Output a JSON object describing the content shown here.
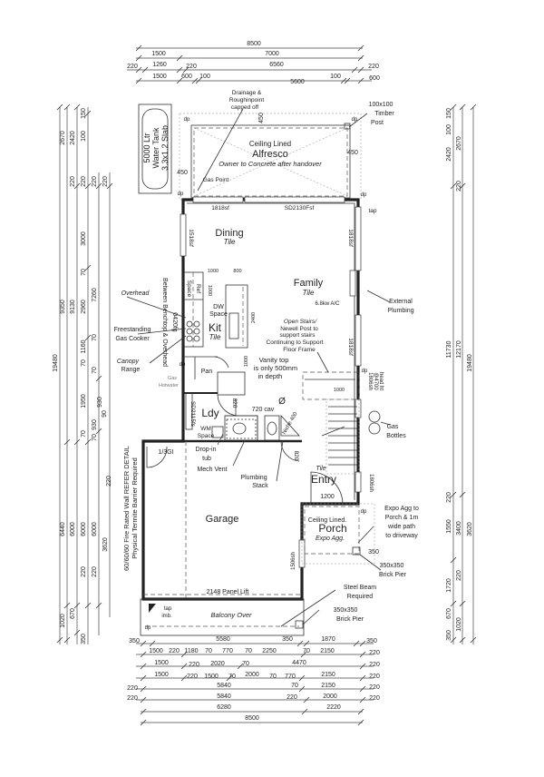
{
  "dims_top": [
    "8500",
    "1500",
    "7000",
    "220",
    "1260",
    "220",
    "6560",
    "220",
    "1500",
    "600",
    "100",
    "100",
    "5600",
    "600"
  ],
  "dims_bottom": [
    "350",
    "5580",
    "350",
    "1870",
    "350",
    "1500",
    "220",
    "1180",
    "70",
    "770",
    "70",
    "2250",
    "70",
    "2150",
    "220",
    "1500",
    "220",
    "2020",
    "70",
    "4470",
    "220",
    "1500",
    "220",
    "1500",
    "70",
    "2000",
    "70",
    "770",
    "2150",
    "220",
    "220",
    "5840",
    "70",
    "2150",
    "220",
    "220",
    "5840",
    "220",
    "2000",
    "220",
    "6280",
    "2220",
    "8500"
  ],
  "dims_left": [
    "19480",
    "2670",
    "9350",
    "6440",
    "1020",
    "2420",
    "220",
    "9130",
    "6000",
    "670",
    "150",
    "100",
    "220",
    "3000",
    "70",
    "2960",
    "1160",
    "70",
    "1950",
    "70",
    "6000",
    "220",
    "350",
    "220",
    "7260",
    "70",
    "70",
    "930",
    "90",
    "930",
    "70",
    "6000",
    "220",
    "220",
    "220",
    "3620"
  ],
  "dims_right": [
    "150",
    "100",
    "2420",
    "11730",
    "220",
    "1550",
    "1720",
    "670",
    "350",
    "2670",
    "220",
    "12170",
    "3400",
    "220",
    "1020",
    "19480",
    "3620",
    "350"
  ],
  "water_tank": [
    "5000 Ltr",
    "Water Tank",
    "3.3x1.2 Slab"
  ],
  "rooms": [
    "Dining",
    "Tile",
    "Family",
    "Tile",
    "Kit",
    "Tile",
    "Ldy",
    "Entry",
    "Garage",
    "Porch"
  ],
  "notes": [
    "Drainage &",
    "Roughinpoint",
    "capped off",
    "100x100",
    "Timber",
    "Post",
    "Ceiling Lined",
    "Alfresco",
    "Owner to Concrete after handover",
    "450",
    "450",
    "450",
    "Gas Point",
    "1818sf",
    "SD2130Fsf",
    "1518sf",
    "1818sf",
    "tap",
    "1000",
    "800",
    "6.8kw A/C",
    "Space",
    "Ref",
    "1000",
    "DW",
    "Space",
    "2400",
    "Overhead",
    "Freestanding",
    "Gas Cooker",
    "Canopy",
    "Range",
    "Between Benchtop & Overhead",
    "0420fg",
    "Open Stairs/",
    "Newell Post to",
    "support stairs",
    "Continuing to Support",
    "Floor Frame",
    "1818sf",
    "External",
    "Plumbing",
    "Vanity top",
    "is only 500mm",
    "in depth",
    "1000",
    "Pan",
    "Gas",
    "Hotwater",
    "dp",
    "1806sh",
    "@4700",
    "head ht",
    "1000",
    "SD2115fs",
    "820",
    "720 cav",
    "Ø",
    "Niche 400",
    "WM",
    "Space",
    "Gas",
    "Bottles",
    "1/3GI",
    "Drop-in",
    "tub",
    "Mech Vent",
    "820",
    "Plumbing",
    "Stack",
    "Tile",
    "1200",
    "1806sh",
    "Ceiling Lined.",
    "Expo Agg.",
    "Expo Agg to",
    "Porch & 1m",
    "wide path",
    "to driveway",
    "350x350",
    "Brick Pier",
    "1506sh",
    "2148 Panel Lift",
    "Steel Beam",
    "Required",
    "tap",
    "imb.",
    "Balcony Over",
    "350x350",
    "Brick Pier",
    "60/60/60 Fire Rated Wall REFER DETAIL",
    "Physical Termite Barrier Required",
    "dp",
    "dp",
    "dp",
    "dp",
    "dp",
    "dp",
    "dp"
  ]
}
